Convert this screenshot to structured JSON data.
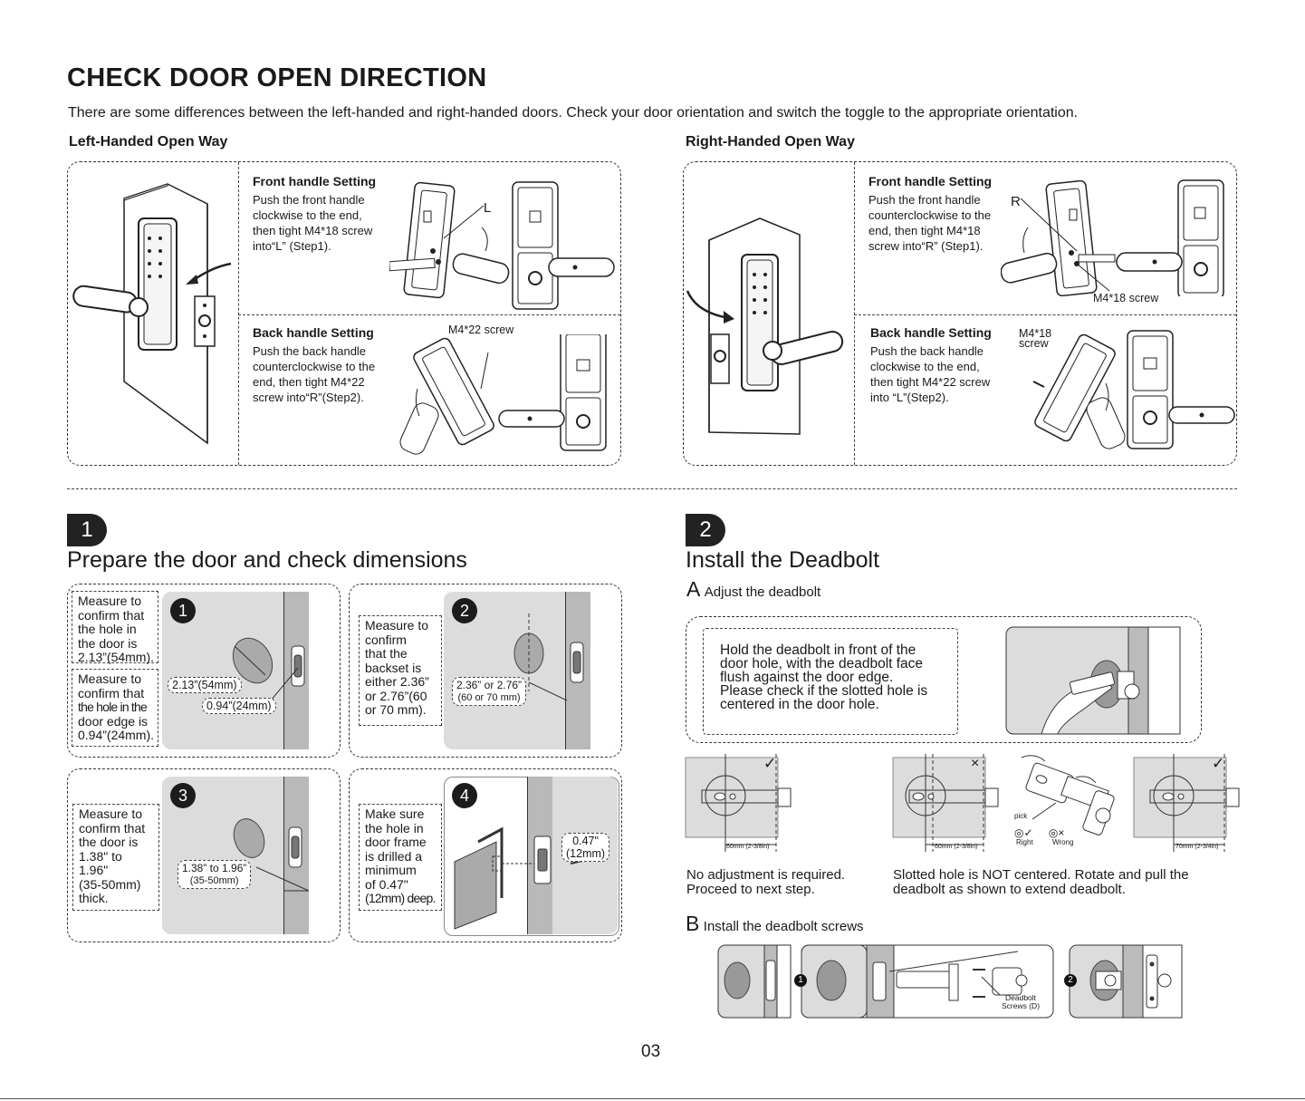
{
  "header": {
    "title": "CHECK DOOR OPEN DIRECTION",
    "intro": "There are some differences between the left-handed and right-handed doors. Check your door orientation and switch the toggle to the appropriate orientation."
  },
  "left_way": {
    "heading": "Left-Handed Open Way",
    "front": {
      "title": "Front handle Setting",
      "lines": [
        "Push the front handle",
        "clockwise to the end,",
        "then tight M4*18 screw",
        "into“L” (Step1)."
      ],
      "label": "L"
    },
    "back": {
      "title": "Back handle Setting",
      "lines": [
        "Push the back handle",
        "counterclockwise to the",
        "end, then tight M4*22",
        "screw into“R”(Step2)."
      ],
      "label": "M4*22 screw"
    }
  },
  "right_way": {
    "heading": "Right-Handed Open Way",
    "front": {
      "title": "Front handle Setting",
      "lines": [
        "Push the front handle",
        "counterclockwise to the",
        "end, then tight M4*18",
        "screw into“R” (Step1)."
      ],
      "label": "R",
      "screw_label": "M4*18 screw"
    },
    "back": {
      "title": "Back handle Setting",
      "lines": [
        "Push the back handle",
        "clockwise to the end,",
        "then tight M4*22 screw",
        "into “L”(Step2)."
      ],
      "label_1": "M4*18",
      "label_2": "screw"
    }
  },
  "step1": {
    "number": "1",
    "title": "Prepare the door and check dimensions",
    "a": {
      "num": "1",
      "text1": [
        "Measure to",
        "confirm that",
        "the hole in",
        "the door is",
        "2.13”(54mm)."
      ],
      "text2": [
        "Measure to",
        "confirm that",
        "the hole in the",
        "door edge is",
        "0.94”(24mm)."
      ],
      "dim1": "2.13”(54mm)",
      "dim2": "0.94”(24mm)"
    },
    "b": {
      "num": "2",
      "text": [
        "Measure to",
        "confirm",
        "that the",
        "backset is",
        "either 2.36”",
        "or 2.76”(60",
        "or 70 mm)."
      ],
      "dim_main": "2.36” or 2.76”",
      "dim_sub": "(60 or 70 mm)"
    },
    "c": {
      "num": "3",
      "text": [
        "Measure to",
        "confirm that",
        "the door is",
        "1.38\" to",
        "1.96\"",
        "(35-50mm)",
        "thick."
      ],
      "dim_main": "1.38” to 1.96”",
      "dim_sub": "(35-50mm)"
    },
    "d": {
      "num": "4",
      "text": [
        "Make sure",
        "the hole in",
        "door frame",
        "is drilled a",
        "minimum",
        "of 0.47\"",
        "(12mm) deep."
      ],
      "dim_main": "0.47\"",
      "dim_sub": "(12mm)"
    }
  },
  "step2": {
    "number": "2",
    "title": "Install the Deadbolt",
    "a_letter": "A",
    "a_label": "Adjust the deadbolt",
    "a_text": [
      "Hold the deadbolt in front of the",
      "door hole, with the deadbolt face",
      "flush against the door edge.",
      "Please check if the slotted hole is",
      "centered in the door hole."
    ],
    "check1": "✓",
    "cross": "×",
    "check2": "✓",
    "mm60_a": "60mm (2-3/8in)",
    "mm60_b": "60mm (2-3/8in)",
    "mm70": "70mm (2-3/4in)",
    "pick": "pick",
    "right_label": "Right",
    "wrong_label": "Wrong",
    "caption1": [
      "No adjustment is required.",
      "Proceed to next step."
    ],
    "caption2": [
      "Slotted hole is NOT centered. Rotate and pull the",
      "deadbolt as shown to extend deadbolt."
    ],
    "b_letter": "B",
    "b_label": "Install the deadbolt screws",
    "b_num1": "1",
    "b_num2": "2",
    "screws_label_1": "Deadbolt",
    "screws_label_2": "Screws (D)"
  },
  "page_number": "03"
}
